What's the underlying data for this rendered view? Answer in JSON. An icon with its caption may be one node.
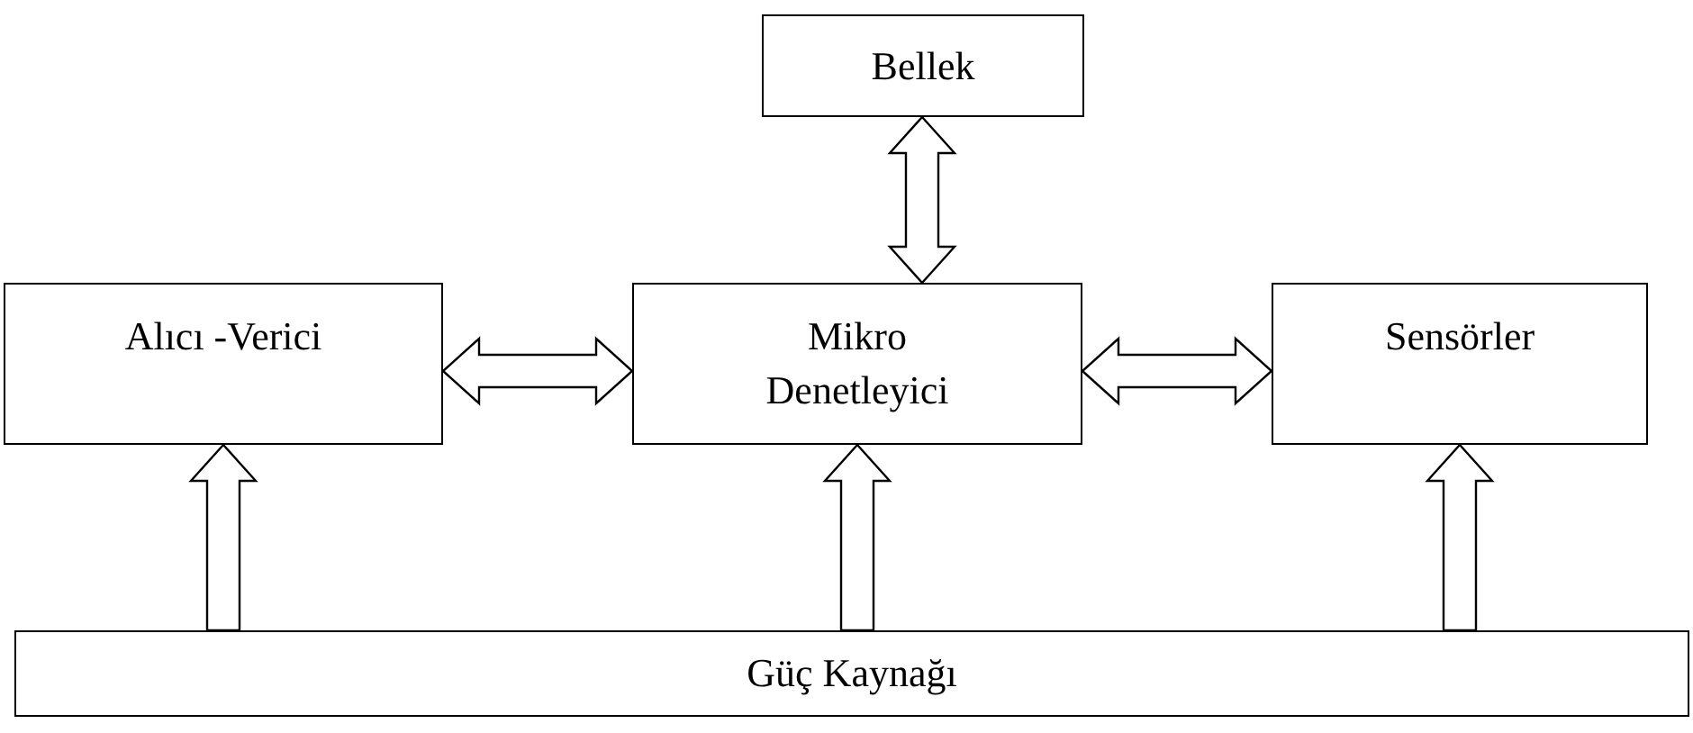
{
  "diagram": {
    "nodes": [
      {
        "text": [
          "Bellek"
        ]
      },
      {
        "text": [
          "Alıcı -Verici"
        ]
      },
      {
        "text": [
          "Mikro Denetleyici"
        ]
      },
      {
        "text": [
          "Sensörler"
        ]
      },
      {
        "text": [
          "Güç Kaynağı"
        ]
      }
    ],
    "edges": [
      {
        "from": 0,
        "to": 2,
        "arrow": "both"
      },
      {
        "from": 1,
        "to": 2,
        "arrow": "both"
      },
      {
        "from": 2,
        "to": 3,
        "arrow": "both"
      },
      {
        "from": 4,
        "to": 1,
        "arrow": "to"
      },
      {
        "from": 4,
        "to": 2,
        "arrow": "to"
      },
      {
        "from": 4,
        "to": 3,
        "arrow": "to"
      }
    ]
  }
}
